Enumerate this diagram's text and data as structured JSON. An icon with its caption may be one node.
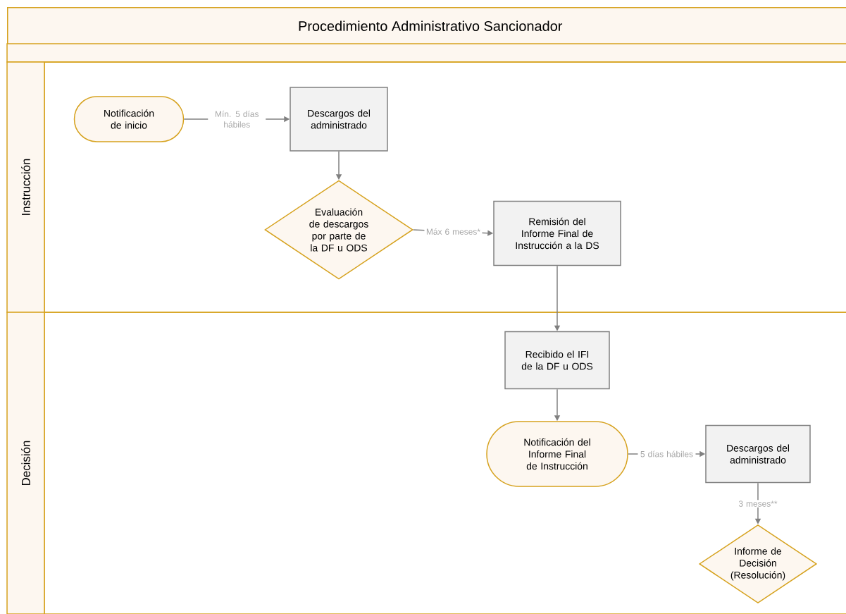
{
  "diagram": {
    "title": "Procedimiento Administrativo Sancionador",
    "nodes": [
      {
        "text": [
          "Instrucción"
        ]
      },
      {
        "text": [
          "Notificación de inicio"
        ],
        "in": 0
      },
      {
        "text": [
          "Descargos del administrado"
        ],
        "in": 0
      },
      {
        "text": [
          "Evaluación de descargos por parte de la DF u ODS"
        ],
        "in": 0
      },
      {
        "text": [
          "Remisión del Informe Final de Instrucción a la DS"
        ],
        "in": 0
      },
      {
        "text": [
          "Decisión"
        ]
      },
      {
        "text": [
          "Recibido el IFI de la DF u ODS"
        ],
        "in": 5
      },
      {
        "text": [
          "Notificación del Informe Final de Instrucción"
        ],
        "in": 5
      },
      {
        "text": [
          "Descargos del administrado"
        ],
        "in": 5
      },
      {
        "text": [
          "Informe de Decisión (Resolución)"
        ],
        "in": 5
      }
    ],
    "edges": [
      {
        "from": 1,
        "to": 2,
        "arrow": "to",
        "label": "Mín. 5 días hábiles"
      },
      {
        "from": 2,
        "to": 3,
        "arrow": "to"
      },
      {
        "from": 3,
        "to": 4,
        "arrow": "to",
        "label": "Máx 6 meses*"
      },
      {
        "from": 4,
        "to": 6,
        "arrow": "to"
      },
      {
        "from": 6,
        "to": 7,
        "arrow": "to"
      },
      {
        "from": 7,
        "to": 8,
        "arrow": "to",
        "label": "5 días hábiles"
      },
      {
        "from": 8,
        "to": 9,
        "arrow": "to",
        "label": "3 meses**"
      }
    ]
  }
}
